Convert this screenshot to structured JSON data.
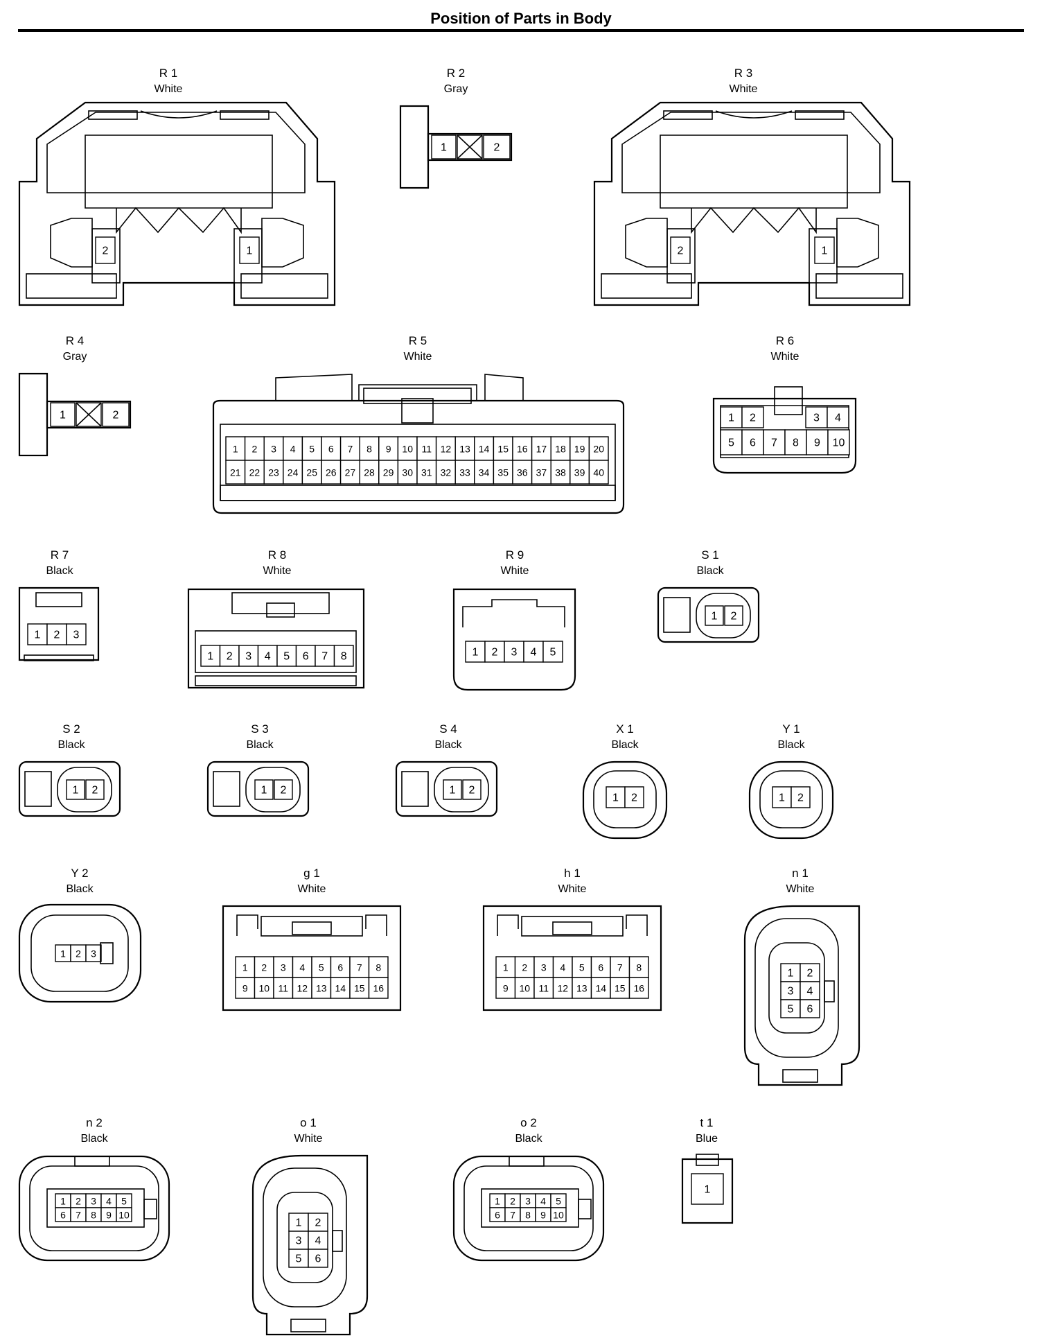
{
  "page": {
    "title": "Position of Parts in Body"
  },
  "connectors": [
    {
      "id": "R 1",
      "color": "White",
      "pins": [
        "2",
        "1"
      ]
    },
    {
      "id": "R 2",
      "color": "Gray",
      "pins": [
        "1",
        "2"
      ]
    },
    {
      "id": "R 3",
      "color": "White",
      "pins": [
        "2",
        "1"
      ]
    },
    {
      "id": "R 4",
      "color": "Gray",
      "pins": [
        "1",
        "2"
      ]
    },
    {
      "id": "R 5",
      "color": "White",
      "pins": [
        "1",
        "2",
        "3",
        "4",
        "5",
        "6",
        "7",
        "8",
        "9",
        "10",
        "11",
        "12",
        "13",
        "14",
        "15",
        "16",
        "17",
        "18",
        "19",
        "20",
        "21",
        "22",
        "23",
        "24",
        "25",
        "26",
        "27",
        "28",
        "29",
        "30",
        "31",
        "32",
        "33",
        "34",
        "35",
        "36",
        "37",
        "38",
        "39",
        "40"
      ]
    },
    {
      "id": "R 6",
      "color": "White",
      "pins": [
        "1",
        "2",
        "3",
        "4",
        "5",
        "6",
        "7",
        "8",
        "9",
        "10"
      ]
    },
    {
      "id": "R 7",
      "color": "Black",
      "pins": [
        "1",
        "2",
        "3"
      ]
    },
    {
      "id": "R 8",
      "color": "White",
      "pins": [
        "1",
        "2",
        "3",
        "4",
        "5",
        "6",
        "7",
        "8"
      ]
    },
    {
      "id": "R 9",
      "color": "White",
      "pins": [
        "1",
        "2",
        "3",
        "4",
        "5"
      ]
    },
    {
      "id": "S 1",
      "color": "Black",
      "pins": [
        "1",
        "2"
      ]
    },
    {
      "id": "S 2",
      "color": "Black",
      "pins": [
        "1",
        "2"
      ]
    },
    {
      "id": "S 3",
      "color": "Black",
      "pins": [
        "1",
        "2"
      ]
    },
    {
      "id": "S 4",
      "color": "Black",
      "pins": [
        "1",
        "2"
      ]
    },
    {
      "id": "X 1",
      "color": "Black",
      "pins": [
        "1",
        "2"
      ]
    },
    {
      "id": "Y 1",
      "color": "Black",
      "pins": [
        "1",
        "2"
      ]
    },
    {
      "id": "Y 2",
      "color": "Black",
      "pins": [
        "1",
        "2",
        "3"
      ]
    },
    {
      "id": "g 1",
      "color": "White",
      "pins": [
        "1",
        "2",
        "3",
        "4",
        "5",
        "6",
        "7",
        "8",
        "9",
        "10",
        "11",
        "12",
        "13",
        "14",
        "15",
        "16"
      ]
    },
    {
      "id": "h 1",
      "color": "White",
      "pins": [
        "1",
        "2",
        "3",
        "4",
        "5",
        "6",
        "7",
        "8",
        "9",
        "10",
        "11",
        "12",
        "13",
        "14",
        "15",
        "16"
      ]
    },
    {
      "id": "n 1",
      "color": "White",
      "pins": [
        "1",
        "2",
        "3",
        "4",
        "5",
        "6"
      ]
    },
    {
      "id": "n 2",
      "color": "Black",
      "pins": [
        "1",
        "2",
        "3",
        "4",
        "5",
        "6",
        "7",
        "8",
        "9",
        "10"
      ]
    },
    {
      "id": "o 1",
      "color": "White",
      "pins": [
        "1",
        "2",
        "3",
        "4",
        "5",
        "6"
      ]
    },
    {
      "id": "o 2",
      "color": "Black",
      "pins": [
        "1",
        "2",
        "3",
        "4",
        "5",
        "6",
        "7",
        "8",
        "9",
        "10"
      ]
    },
    {
      "id": "t 1",
      "color": "Blue",
      "pins": [
        "1"
      ]
    }
  ]
}
